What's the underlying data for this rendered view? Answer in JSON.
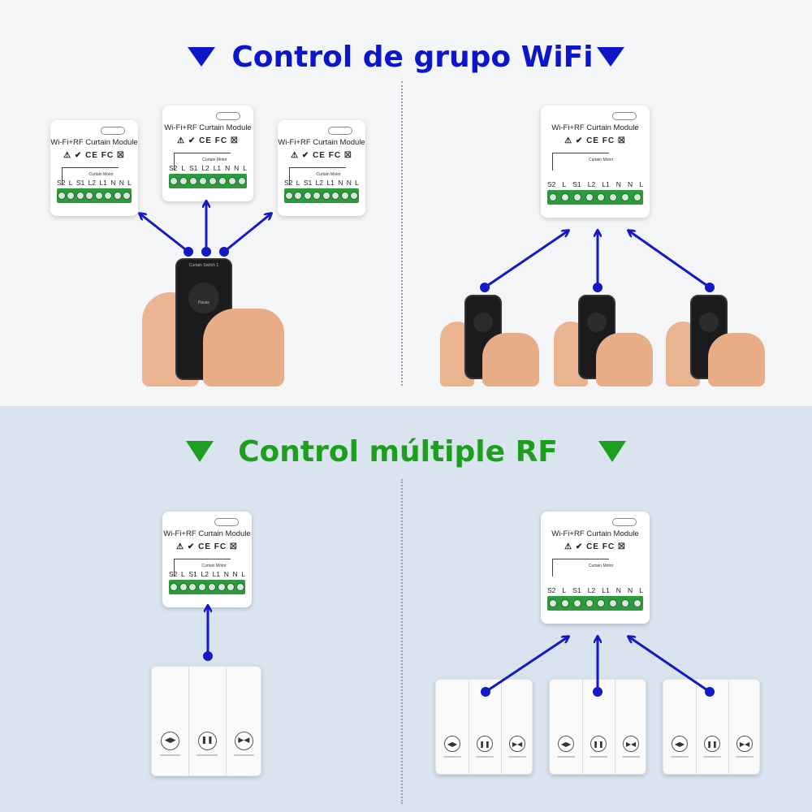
{
  "sections": {
    "wifi": {
      "title": "Control de grupo WiFi",
      "arrow_color": "#0c15c7",
      "text_color": "#0c15c7",
      "background": "#f4f5f7"
    },
    "rf": {
      "title": "Control múltiple RF",
      "arrow_color": "#1e9e1e",
      "text_color": "#1e9e1e",
      "background": "#d9e4ef"
    }
  },
  "module": {
    "title": "Wi-Fi+RF Curtain Module",
    "certifications": "⚠ ✔ CE FC ☒",
    "motor_label": "Curtain Motor",
    "terminals": [
      "S2",
      "L",
      "S1",
      "L2",
      "L1",
      "N",
      "N",
      "L"
    ],
    "accent": "#2e9a3e"
  },
  "phone": {
    "screen_title": "Curtain Switch 1",
    "screen_label": "Pause"
  },
  "switch": {
    "icons": [
      "open-icon",
      "pause-icon",
      "close-icon"
    ],
    "glyphs": [
      "◀▶",
      "❚❚",
      "▶◀"
    ]
  },
  "connector_color": "#1419c2"
}
